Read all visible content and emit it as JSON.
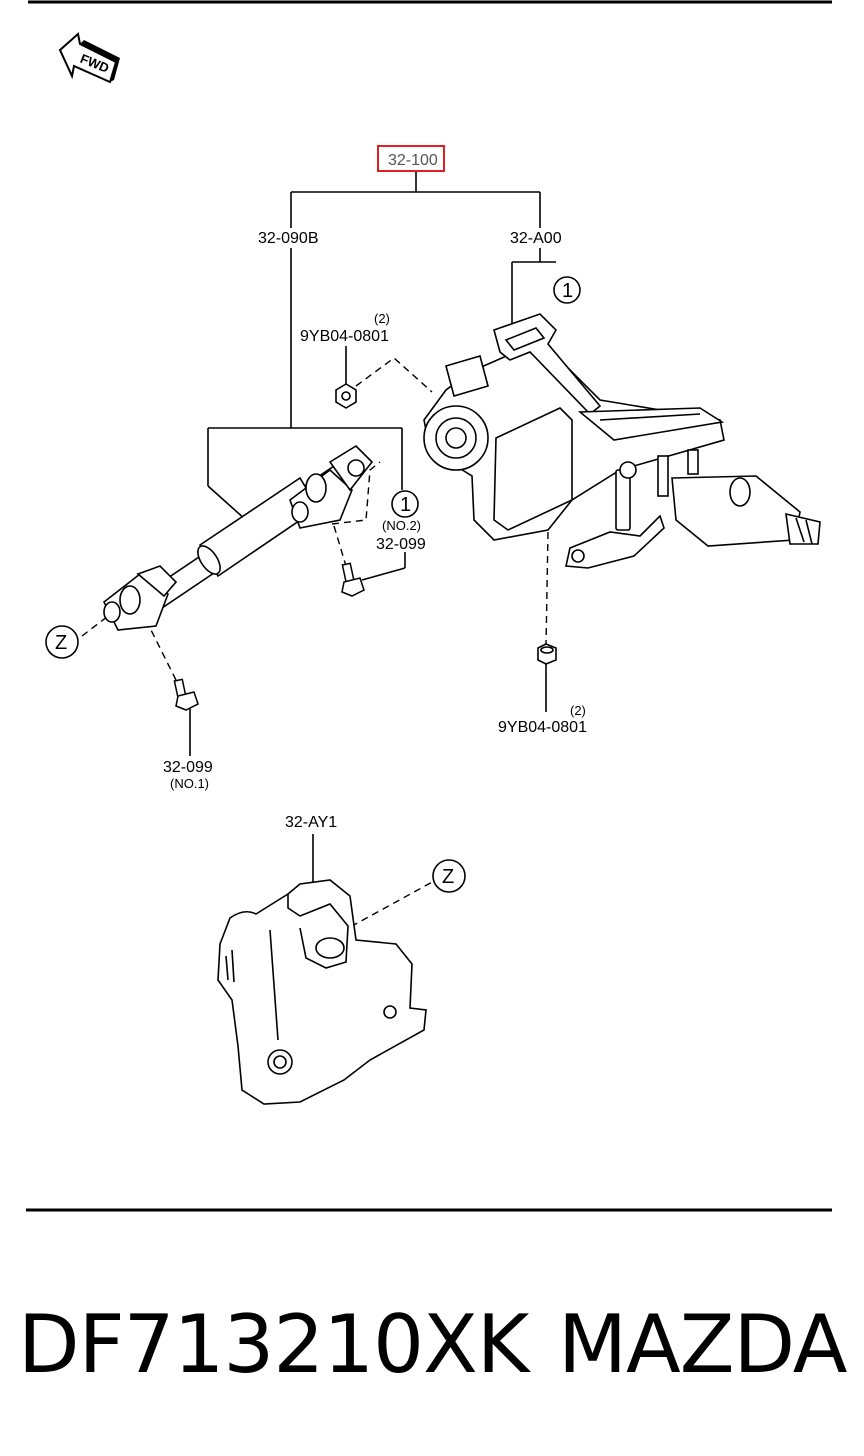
{
  "diagram": {
    "fwd_arrow_text": "FWD",
    "highlighted_part": "32-100",
    "labels": {
      "column_shaft": "32-090B",
      "column_assembly": "32-A00",
      "nut_upper_qty": "(2)",
      "nut_upper_code": "9YB04-0801",
      "bolt_no2_note": "(NO.2)",
      "bolt_no2_code": "32-099",
      "bolt_no1_code": "32-099",
      "bolt_no1_note": "(NO.1)",
      "nut_lower_qty": "(2)",
      "nut_lower_code": "9YB04-0801",
      "cover_code": "32-AY1"
    },
    "callouts": {
      "one_a": "1",
      "one_b": "1",
      "z_left": "Z",
      "z_right": "Z"
    }
  },
  "footer": {
    "part_number": "DF713210XK",
    "brand": "MAZDA"
  }
}
